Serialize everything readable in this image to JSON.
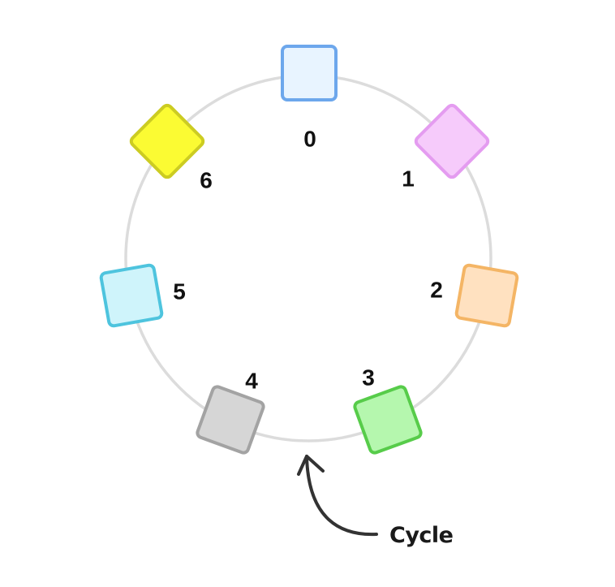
{
  "nodes": [
    {
      "id": "node-0",
      "label": "0",
      "fill": "#e8f4ff",
      "stroke": "#6da7ec"
    },
    {
      "id": "node-1",
      "label": "1",
      "fill": "#f6cbfb",
      "stroke": "#e49cf0"
    },
    {
      "id": "node-2",
      "label": "2",
      "fill": "#ffe1c0",
      "stroke": "#f4b565"
    },
    {
      "id": "node-3",
      "label": "3",
      "fill": "#b5f7ae",
      "stroke": "#57cc4a"
    },
    {
      "id": "node-4",
      "label": "4",
      "fill": "#d6d6d6",
      "stroke": "#a3a3a3"
    },
    {
      "id": "node-5",
      "label": "5",
      "fill": "#cff4fb",
      "stroke": "#4ec4de"
    },
    {
      "id": "node-6",
      "label": "6",
      "fill": "#fbfb33",
      "stroke": "#cccc22"
    }
  ],
  "ring_color": "#dcdcdc",
  "arrow_color": "#333333",
  "annotation": {
    "text": "Cycle"
  }
}
